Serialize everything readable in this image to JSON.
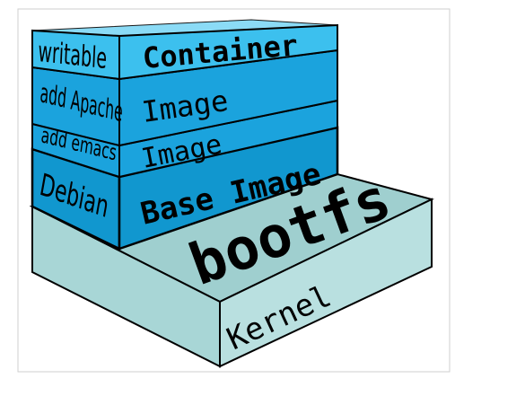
{
  "diagram": {
    "layers": {
      "writable": {
        "side_label": "writable",
        "front_label": "Container"
      },
      "apache": {
        "side_label": "add Apache",
        "front_label": "Image"
      },
      "emacs": {
        "side_label": "add emacs",
        "front_label": "Image"
      },
      "debian": {
        "side_label": "Debian",
        "front_label": "Base Image"
      },
      "bootfs": {
        "top_label": "bootfs"
      },
      "kernel": {
        "side_label": "Kernel"
      }
    },
    "colors": {
      "container": "#3cc0ee",
      "container_top": "#7fd8f6",
      "image": "#1ba3dd",
      "base": "#1197cf",
      "kernel_front": "#b9e0e0",
      "kernel_top": "#9fcfcf",
      "kernel_side": "#a8d6d6",
      "outline": "#000000"
    }
  }
}
